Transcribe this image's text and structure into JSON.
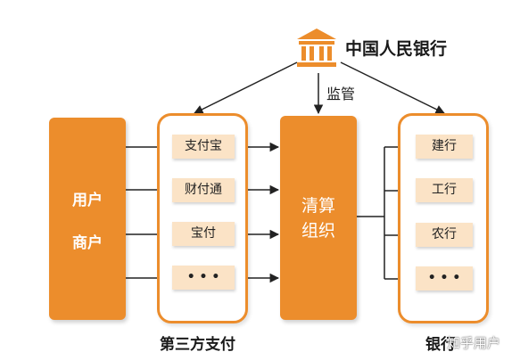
{
  "central_bank": {
    "name": "中国人民银行",
    "icon": "bank-building-icon"
  },
  "supervision_label": "监管",
  "users_block": {
    "line1": "用户",
    "line2": "商户"
  },
  "third_party": {
    "caption": "第三方支付",
    "items": [
      "支付宝",
      "财付通",
      "宝付",
      "• • •"
    ]
  },
  "clearing": {
    "line1": "清算",
    "line2": "组织"
  },
  "banks": {
    "caption": "银行",
    "items": [
      "建行",
      "工行",
      "农行",
      "• • •"
    ]
  },
  "watermark": "知乎用户",
  "colors": {
    "accent": "#ec8d2c",
    "pill": "#fbe3c6",
    "text": "#1a1a1a"
  }
}
